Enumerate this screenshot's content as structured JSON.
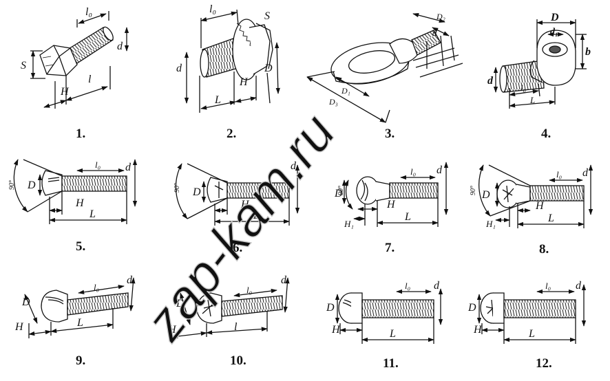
{
  "watermark": "zap-kam.ru",
  "figures": [
    {
      "id": "1",
      "caption": "1.",
      "labels": {
        "s": "S",
        "l0": "l₀",
        "d": "d",
        "h": "H",
        "l": "l"
      }
    },
    {
      "id": "2",
      "caption": "2.",
      "labels": {
        "l0": "l₀",
        "s": "S",
        "d": "d",
        "D": "D",
        "h": "H",
        "L": "L"
      }
    },
    {
      "id": "3",
      "caption": "3.",
      "labels": {
        "d2": "D₂",
        "d": "d",
        "D1": "D₁",
        "D3": "D₃"
      }
    },
    {
      "id": "4",
      "caption": "4.",
      "labels": {
        "D": "D",
        "d1": "d₁",
        "b": "b",
        "d": "d",
        "l0": "l₀",
        "L": "L"
      }
    },
    {
      "id": "5",
      "caption": "5.",
      "labels": {
        "angle": "90°",
        "D": "D",
        "l0": "l₀",
        "d": "d",
        "H": "H",
        "L": "L"
      }
    },
    {
      "id": "6",
      "caption": "6.",
      "labels": {
        "angle": "90°",
        "D": "D",
        "d": "d",
        "H": "H",
        "L": "L"
      }
    },
    {
      "id": "7",
      "caption": "7.",
      "labels": {
        "angle": "90°",
        "D": "D",
        "l0": "l₀",
        "d": "d",
        "H": "H",
        "H1": "H₁",
        "L": "L"
      }
    },
    {
      "id": "8",
      "caption": "8.",
      "labels": {
        "angle": "90°",
        "D": "D",
        "l0": "l₀",
        "d": "d",
        "H": "H",
        "H1": "H₁",
        "L": "L"
      }
    },
    {
      "id": "9",
      "caption": "9.",
      "labels": {
        "D": "D",
        "l0": "l₀",
        "d": "d",
        "H": "H",
        "L": "L"
      }
    },
    {
      "id": "10",
      "caption": "10.",
      "labels": {
        "D": "D",
        "l0": "l₀",
        "d": "d",
        "H": "H",
        "l": "l"
      }
    },
    {
      "id": "11",
      "caption": "11.",
      "labels": {
        "D": "D",
        "l0": "l₀",
        "d": "d",
        "H": "H",
        "L": "L"
      }
    },
    {
      "id": "12",
      "caption": "12.",
      "labels": {
        "D": "D",
        "l0": "l₀",
        "d": "d",
        "H": "H",
        "L": "L"
      }
    }
  ]
}
